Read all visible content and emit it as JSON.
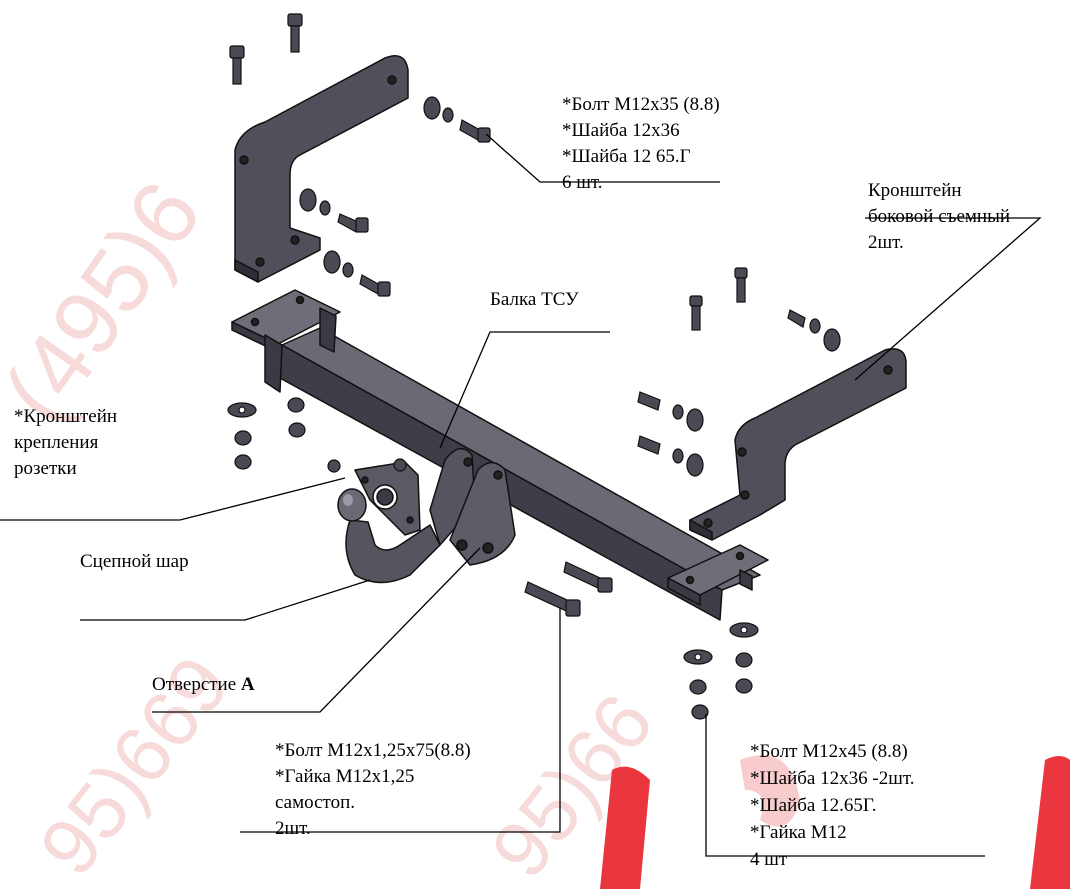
{
  "watermark": {
    "color": "#e8a0a0",
    "text_left": "(495)6",
    "text_bottom": "95)669",
    "text_right": "95)66",
    "brand_color": "#e8202a"
  },
  "labels": {
    "bolt_top": [
      "*Болт М12х35 (8.8)",
      "*Шайба 12х36",
      "*Шайба 12 65.Г",
      "6 шт."
    ],
    "side_bracket": [
      "Кронштейн",
      "боковой съемный",
      "2шт."
    ],
    "beam": "Балка ТСУ",
    "socket_bracket": [
      "*Кронштейн",
      "крепления",
      "розетки"
    ],
    "ball": "Сцепной шар",
    "hole_text": "Отверстие ",
    "hole_letter": "А",
    "bolt_bottom": [
      "*Болт М12х1,25х75(8.8)",
      "*Гайка М12х1,25",
      "самостоп.",
      "2шт."
    ],
    "bolt_right": [
      "*Болт М12х45 (8.8)",
      "*Шайба 12х36 -2шт.",
      "*Шайба 12.65Г.",
      "*Гайка М12",
      "4 шт"
    ]
  },
  "colors": {
    "part": "#4a4a55",
    "part_dark": "#2e2e36",
    "outline": "#111111",
    "line": "#000000"
  }
}
